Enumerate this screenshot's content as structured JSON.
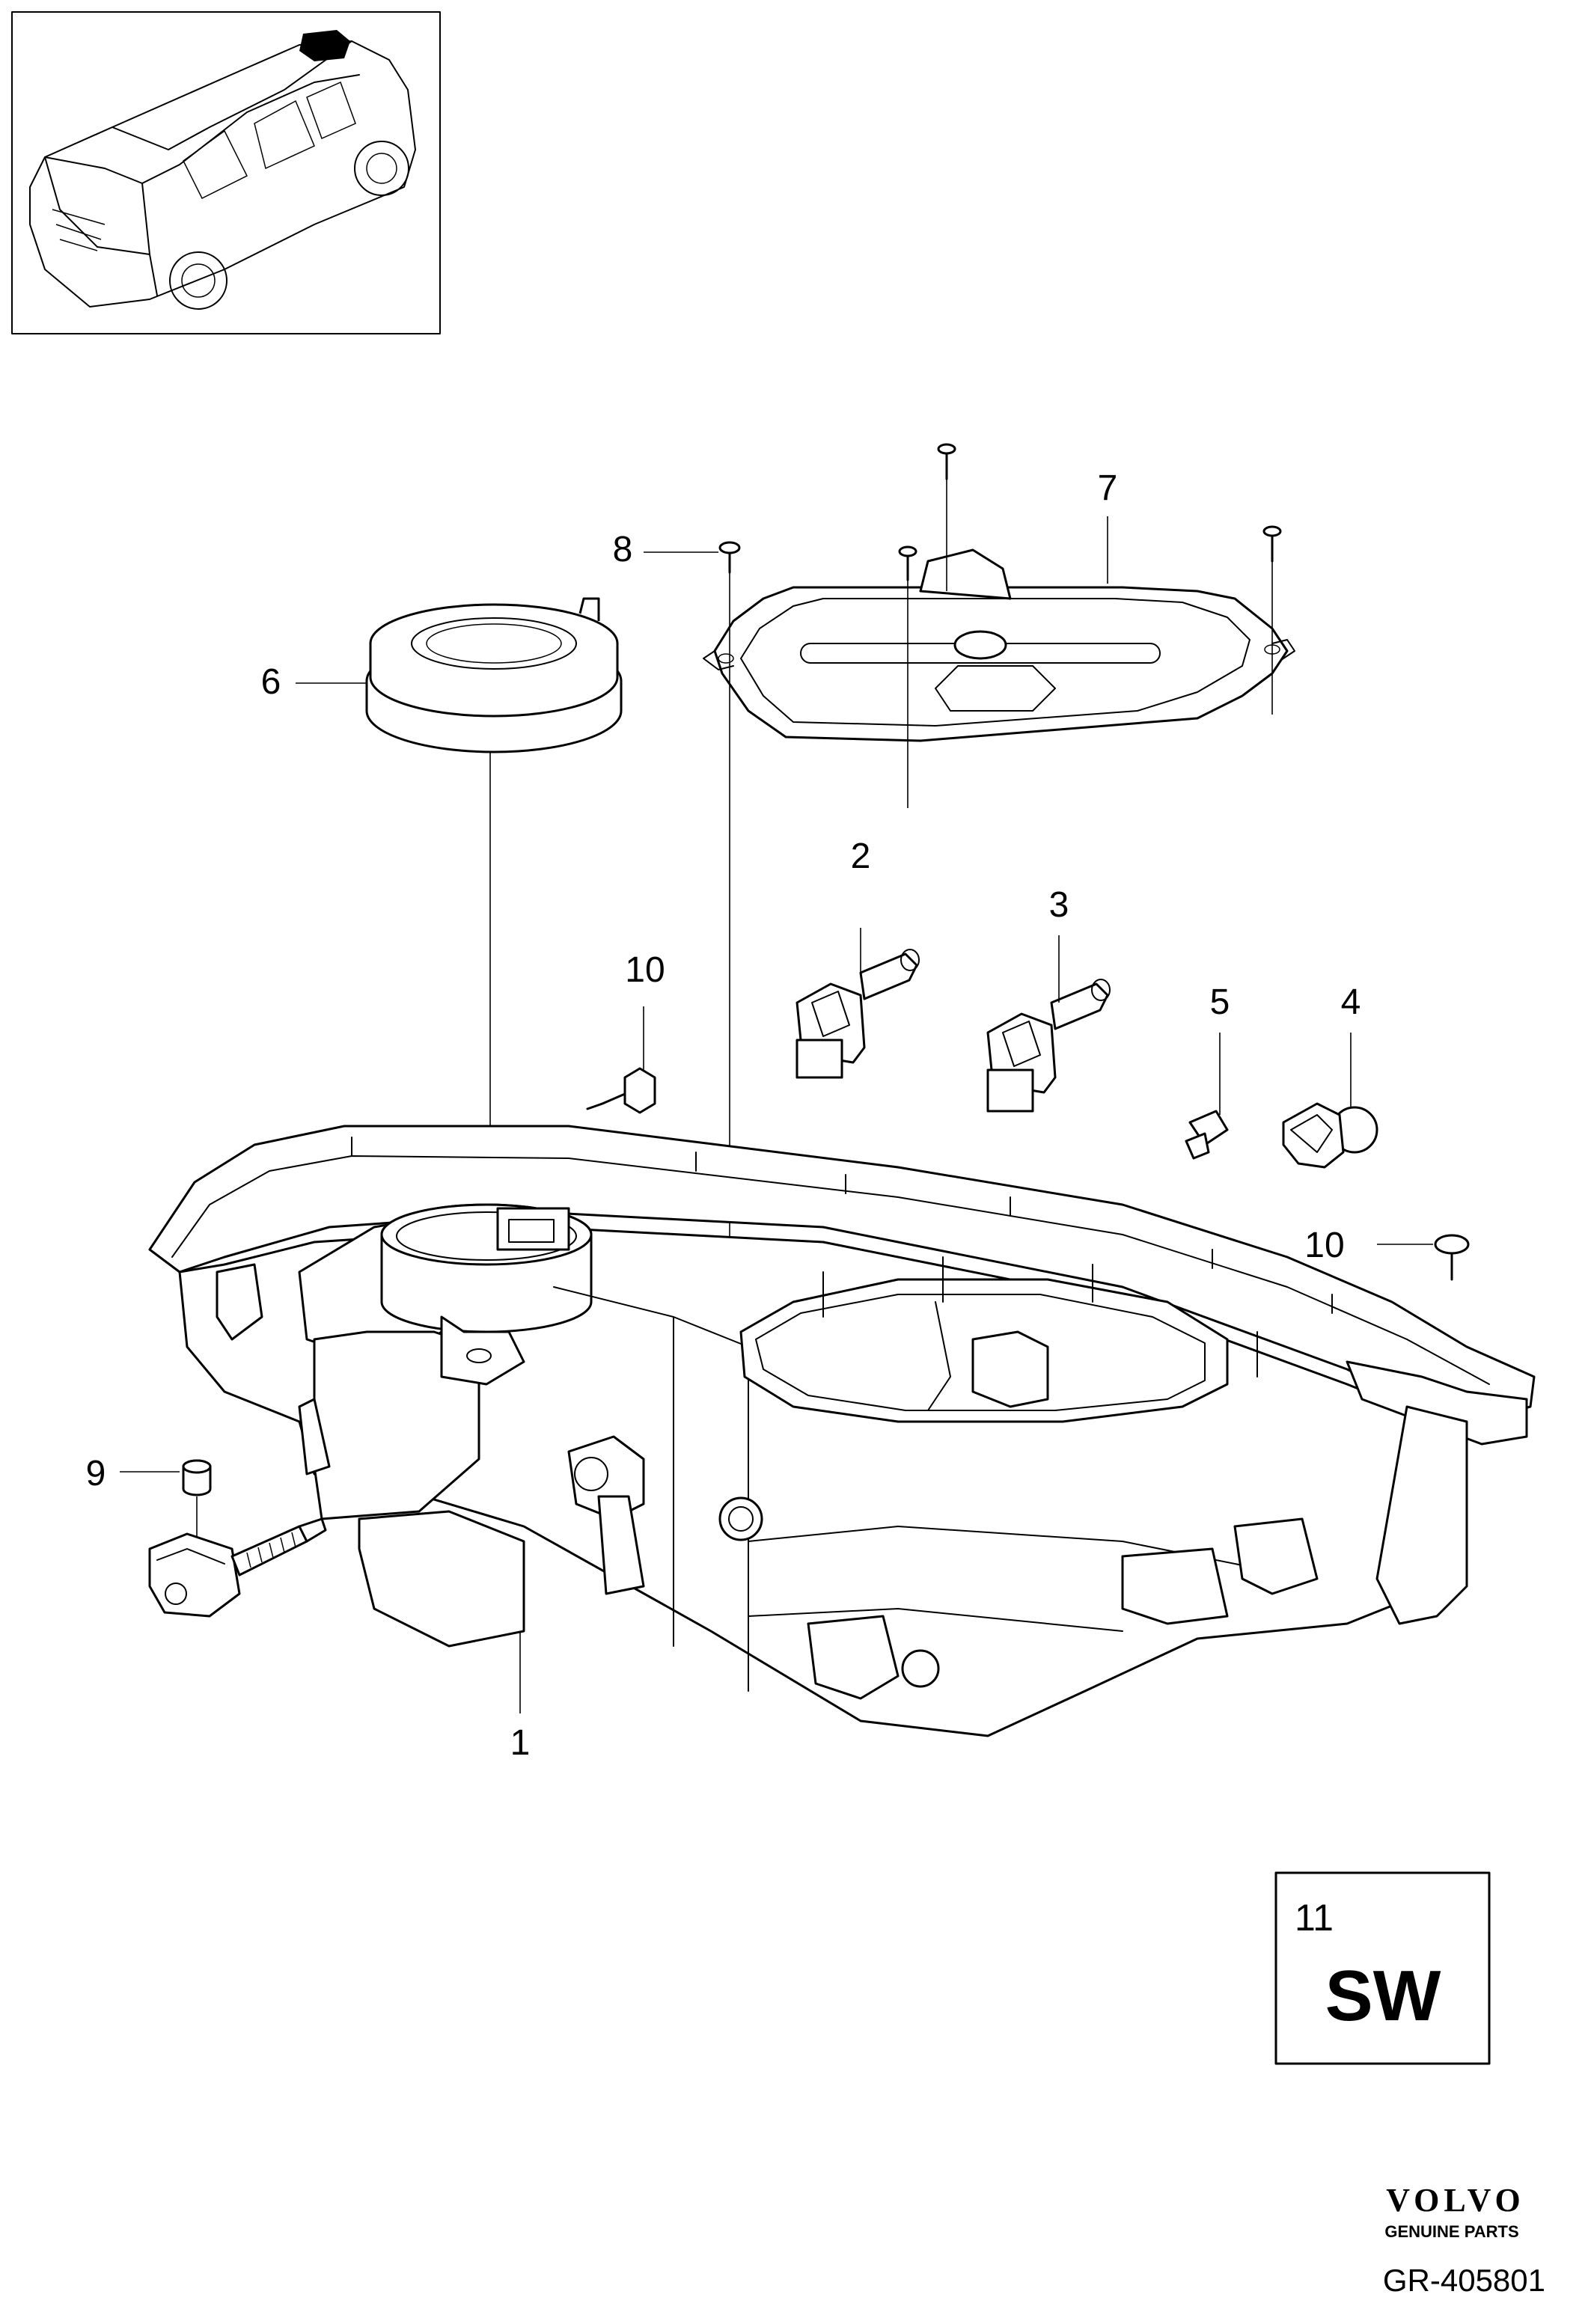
{
  "callouts": {
    "c1": "1",
    "c2": "2",
    "c3": "3",
    "c4": "4",
    "c5": "5",
    "c6": "6",
    "c7": "7",
    "c8": "8",
    "c9": "9",
    "c10a": "10",
    "c10b": "10"
  },
  "section_box": {
    "number": "11",
    "code": "SW"
  },
  "brand": {
    "name": "VOLVO",
    "tagline": "GENUINE PARTS"
  },
  "document_number": "GR-405801"
}
